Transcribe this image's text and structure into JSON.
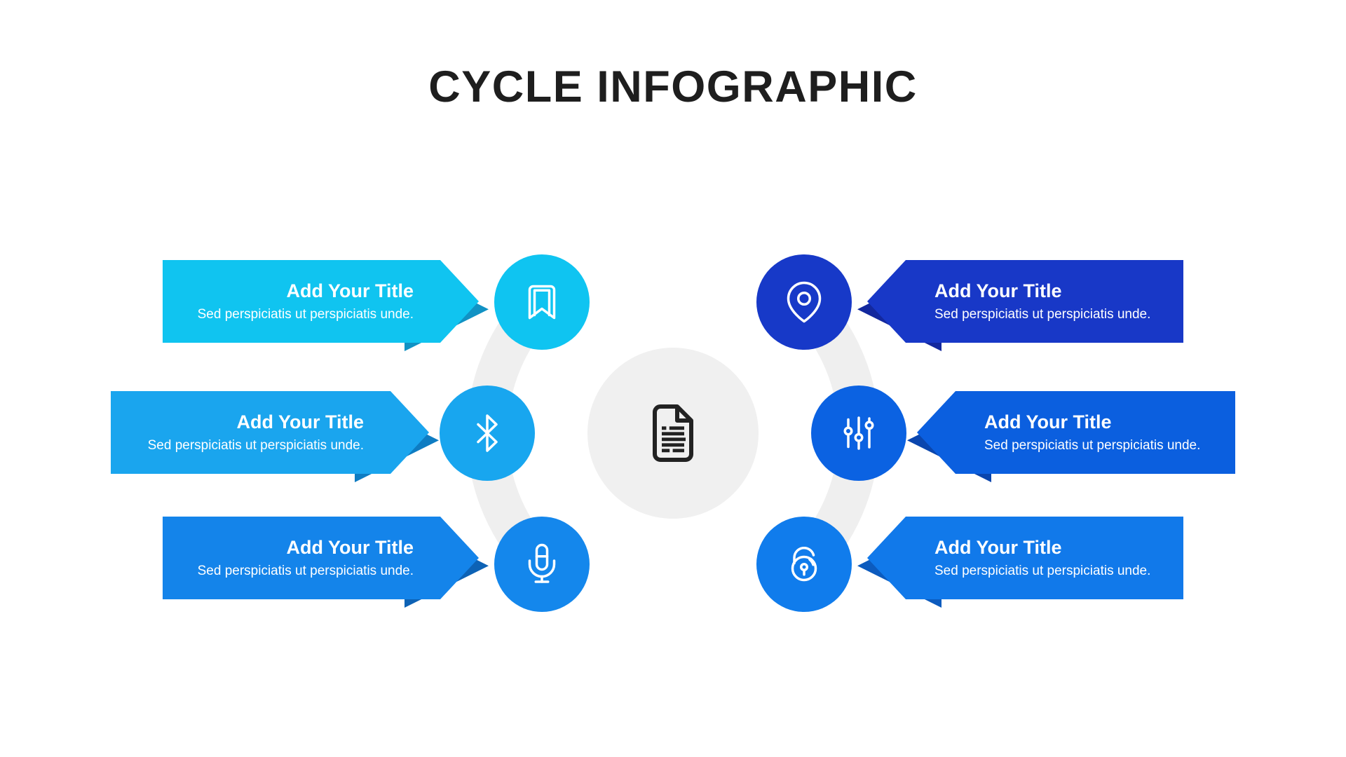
{
  "page_title": "CYCLE INFOGRAPHIC",
  "center": {
    "icon": "document-icon",
    "background": "#f0f0f0",
    "ring_color": "#efefef"
  },
  "items": [
    {
      "id": "top-left",
      "icon": "bookmark-icon",
      "title": "Add Your Title",
      "description": "Sed perspiciatis ut perspiciatis unde.",
      "banner_color": "#10c4f0",
      "shadow_color": "#1192c4",
      "circle_color": "#0fc4f1"
    },
    {
      "id": "middle-left",
      "icon": "bluetooth-icon",
      "title": "Add Your Title",
      "description": "Sed perspiciatis ut perspiciatis unde.",
      "banner_color": "#1aa5ee",
      "shadow_color": "#0e7cc2",
      "circle_color": "#18a6ef"
    },
    {
      "id": "bottom-left",
      "icon": "microphone-icon",
      "title": "Add Your Title",
      "description": "Sed perspiciatis ut perspiciatis unde.",
      "banner_color": "#1484ea",
      "shadow_color": "#0d62b5",
      "circle_color": "#1487ec"
    },
    {
      "id": "top-right",
      "icon": "location-pin-icon",
      "title": "Add Your Title",
      "description": "Sed perspiciatis ut perspiciatis unde.",
      "banner_color": "#1838c7",
      "shadow_color": "#13289e",
      "circle_color": "#1739c8"
    },
    {
      "id": "middle-right",
      "icon": "sliders-icon",
      "title": "Add Your Title",
      "description": "Sed perspiciatis ut perspiciatis unde.",
      "banner_color": "#0b5fdf",
      "shadow_color": "#0a46ae",
      "circle_color": "#0b62e2"
    },
    {
      "id": "bottom-right",
      "icon": "lock-icon",
      "title": "Add Your Title",
      "description": "Sed perspiciatis ut perspiciatis unde.",
      "banner_color": "#1179ea",
      "shadow_color": "#0c5bbe",
      "circle_color": "#107cec"
    }
  ]
}
